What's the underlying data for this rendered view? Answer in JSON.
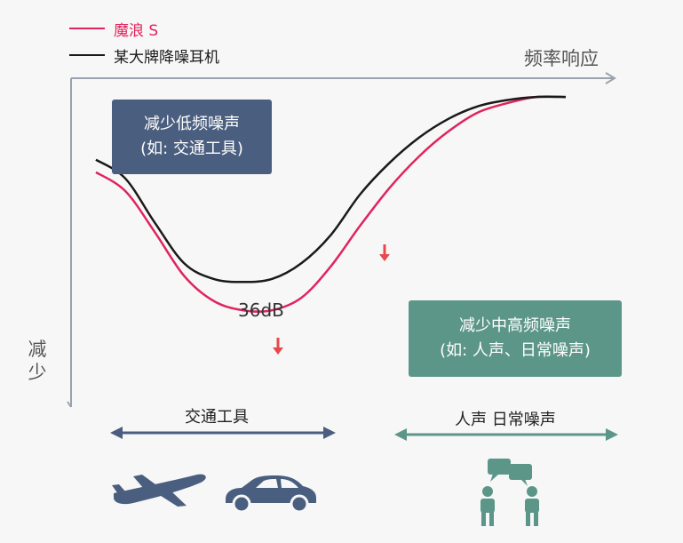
{
  "chart_data": {
    "type": "line",
    "title": "频率响应",
    "ylabel": "减少",
    "x": [
      0,
      1,
      2,
      3,
      4,
      5,
      6,
      7,
      8,
      9,
      10,
      11,
      12,
      13,
      14,
      15,
      16
    ],
    "xlim": [
      0,
      16
    ],
    "ylim": [
      0,
      100
    ],
    "legend_position": "top-left",
    "series": [
      {
        "name": "魔浪 S",
        "color": "#e0245e",
        "values": [
          74,
          68,
          55,
          41,
          33,
          30,
          30,
          34,
          44,
          57,
          69,
          79,
          87,
          93,
          96,
          98,
          98
        ]
      },
      {
        "name": "某大牌降噪耳机",
        "color": "#1a1a1a",
        "values": [
          78,
          72,
          58,
          45,
          40,
          39,
          40,
          45,
          54,
          67,
          77,
          85,
          91,
          95,
          97,
          98,
          98
        ]
      }
    ],
    "annotations": [
      {
        "text": "36dB"
      }
    ],
    "callouts": [
      {
        "line1": "减少低频噪声",
        "line2": "(如: 交通工具)",
        "color": "#4a5f7f"
      },
      {
        "line1": "减少中高频噪声",
        "line2": "(如: 人声、日常噪声)",
        "color": "#5c9688"
      }
    ],
    "bands": [
      {
        "label": "交通工具",
        "color": "#4a5f7f",
        "icons": [
          "airplane-icon",
          "car-icon"
        ]
      },
      {
        "label": "人声 日常噪声",
        "color": "#5c9688",
        "icons": [
          "people-talking-icon"
        ]
      }
    ]
  }
}
